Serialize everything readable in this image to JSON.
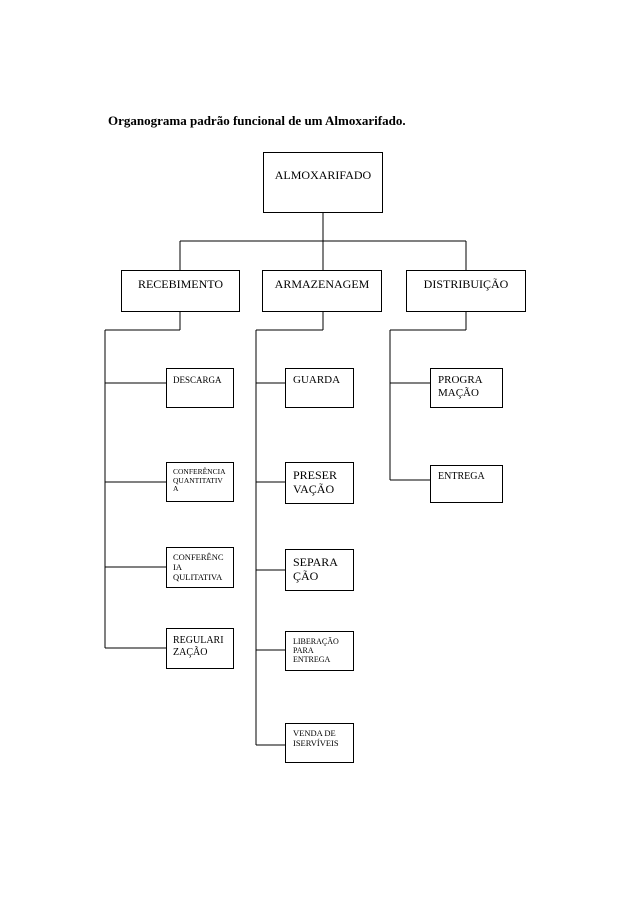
{
  "title": "Organograma padrão funcional de um Almoxarifado.",
  "root": "ALMOXARIFADO",
  "departments": {
    "recebimento": {
      "label": "RECEBIMENTO",
      "children": [
        "DESCARGA",
        "CONFERÊNCIA\nQUANTITATIV\nA",
        "CONFERÊNC\nIA\nQULITATIVA",
        "REGULARI\nZAÇÃO"
      ]
    },
    "armazenagem": {
      "label": "ARMAZENAGEM",
      "children": [
        "GUARDA",
        "PRESER\nVAÇÃO",
        "SEPARA\nÇÃO",
        "LIBERAÇÃO\nPARA\nENTREGA",
        "VENDA DE\nISERVÍVEIS"
      ]
    },
    "distribuicao": {
      "label": "DISTRIBUIÇÃO",
      "children": [
        "PROGRA\nMAÇÃO",
        "ENTREGA"
      ]
    }
  }
}
